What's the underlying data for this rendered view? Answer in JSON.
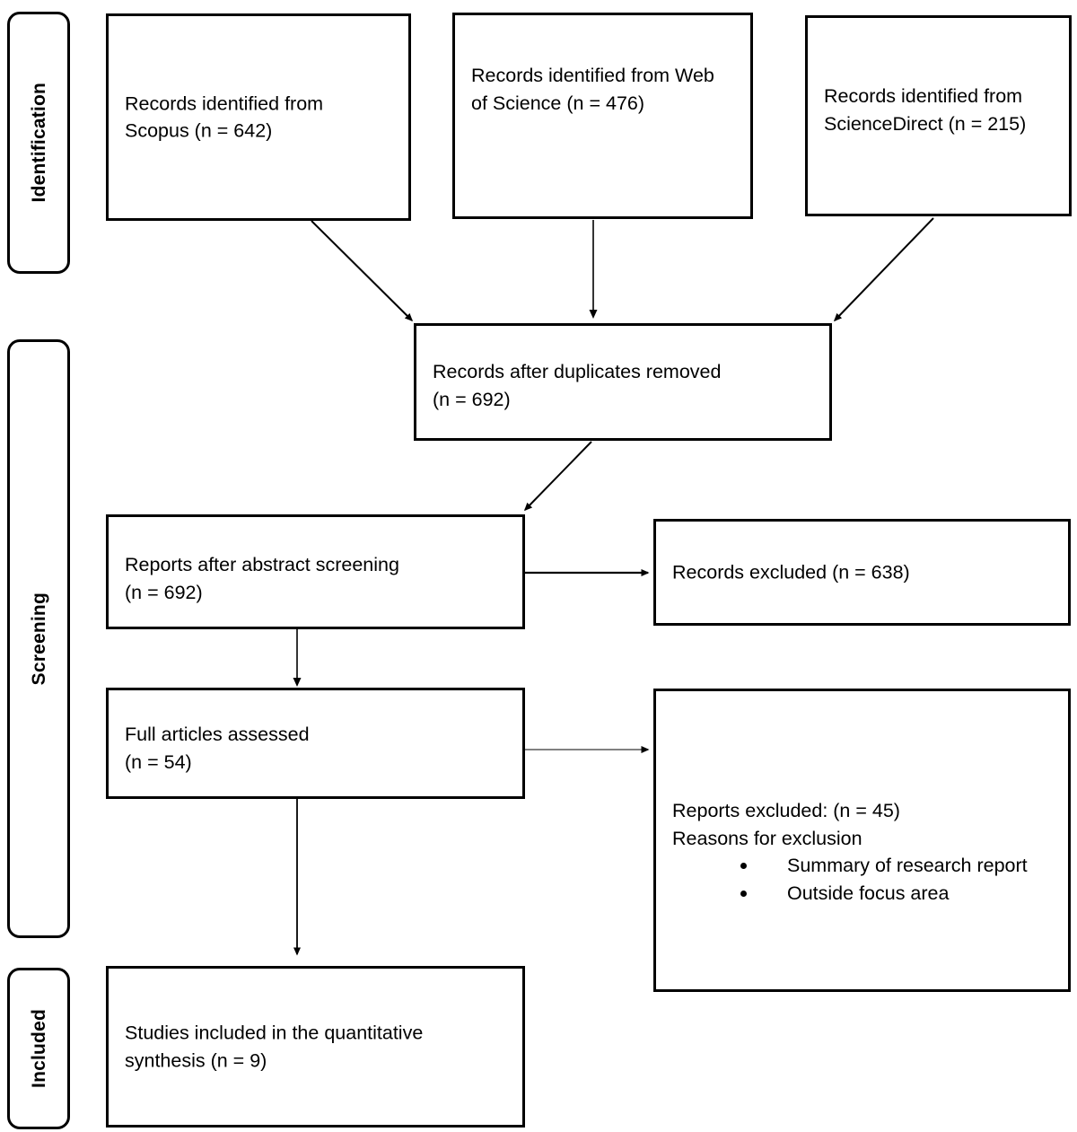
{
  "diagram": {
    "title": "PRISMA study selection flow diagram",
    "line_color": "#000000",
    "background": "#ffffff"
  },
  "phases": [
    {
      "id": "identification",
      "label": "Identification"
    },
    {
      "id": "screening",
      "label": "Screening"
    },
    {
      "id": "included",
      "label": "Included"
    }
  ],
  "boxes": {
    "scopus": {
      "line1": "Records      identified      from",
      "line2": "Scopus (n = 642)",
      "count": 642,
      "source": "Scopus"
    },
    "web_of_science": {
      "line1": "Records identified from Web",
      "line2": "of Science (n = 476)",
      "count": 476,
      "source": "Web of Science"
    },
    "science_direct": {
      "line1": "Records    identified    from",
      "line2": "ScienceDirect (n = 215)",
      "count": 215,
      "source": "ScienceDirect"
    },
    "duplicates_removed": {
      "line1": "Records after duplicates removed",
      "line2": "(n = 692)",
      "count": 692
    },
    "abstract_screening": {
      "line1": "Reports after abstract screening",
      "line2": "(n = 692)",
      "count": 692
    },
    "records_excluded": {
      "line1": "Records excluded (n = 638)",
      "count": 638
    },
    "full_articles": {
      "line1": "Full articles assessed",
      "line2": "(n = 54)",
      "count": 54
    },
    "reports_excluded": {
      "line1": "Reports excluded: (n = 45)",
      "line2": "Reasons for exclusion",
      "count": 45,
      "reasons": [
        "Summary of research report",
        "Outside focus area"
      ]
    },
    "studies_included": {
      "line1": "Studies   included   in   the   quantitative",
      "line2": "synthesis (n = 9)",
      "count": 9
    }
  }
}
